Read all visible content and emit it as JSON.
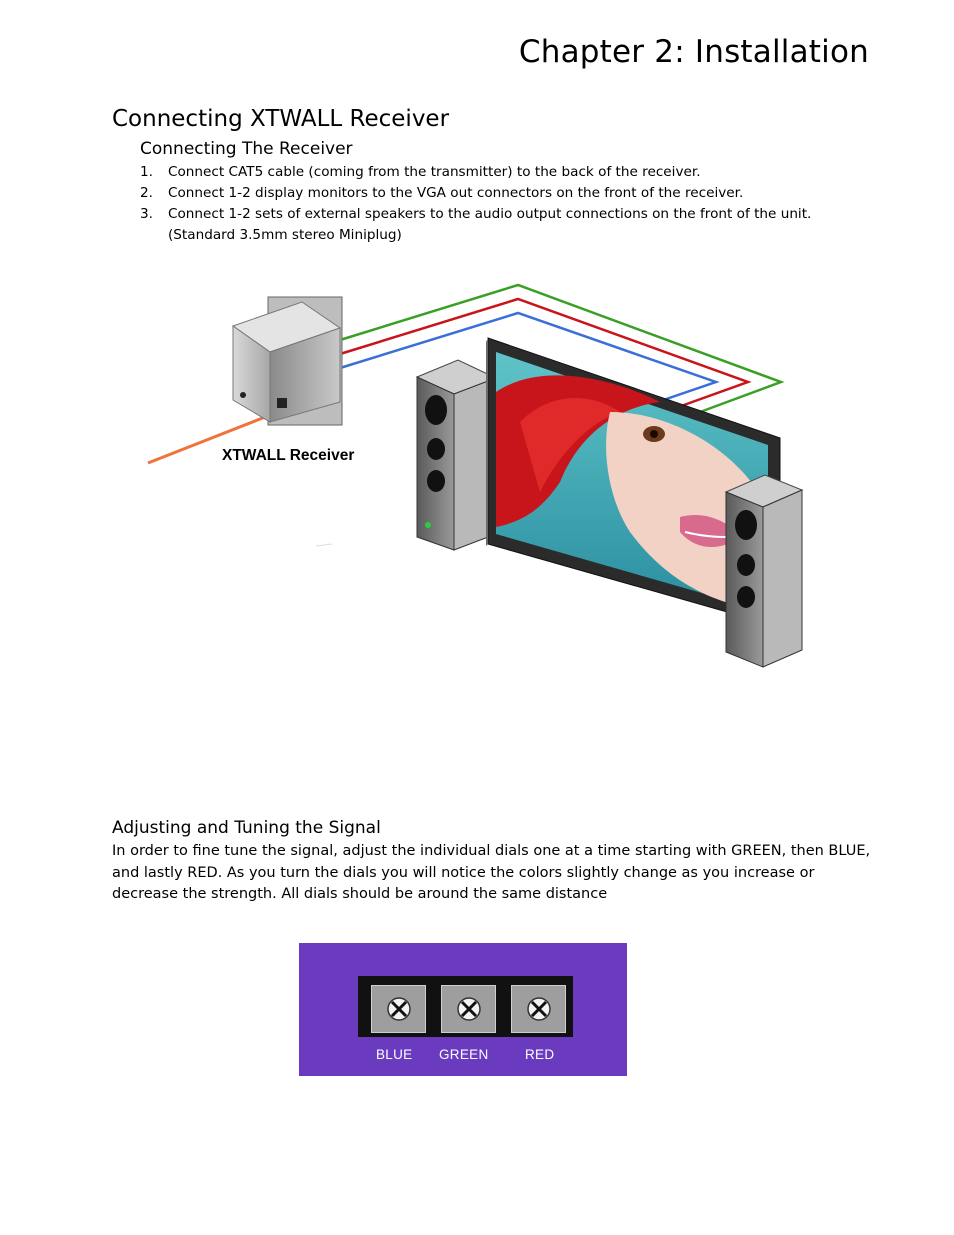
{
  "header": {
    "chapter_title": "Chapter 2: Installation"
  },
  "section": {
    "title": "Connecting XTWALL Receiver",
    "subtitle": "Connecting The Receiver",
    "steps": [
      {
        "num": "1.",
        "text": "Connect CAT5 cable (coming from the transmitter) to the back of the receiver."
      },
      {
        "num": "2.",
        "text": "Connect 1-2 display monitors to the VGA out connectors on the front of the receiver."
      },
      {
        "num": "3.",
        "text": "Connect 1-2 sets of external speakers to the audio output connections on the front of the unit. (Standard 3.5mm stereo Miniplug)"
      }
    ]
  },
  "figure": {
    "receiver_label": "XTWALL Receiver",
    "cable_colors": {
      "green": "#3aa025",
      "red": "#c8141b",
      "blue": "#3a6fd8",
      "orange": "#f0733c"
    }
  },
  "adjust": {
    "title": "Adjusting and Tuning the Signal",
    "body": "In order to fine tune the signal, adjust the individual dials one at a time starting with GREEN, then BLUE, and lastly RED. As you turn the dials you will notice the colors slightly change as you increase or decrease the strength. All dials should be around the same distance"
  },
  "dials": {
    "background_color": "#6a3bbf",
    "labels": [
      "BLUE",
      "GREEN",
      "RED"
    ]
  }
}
